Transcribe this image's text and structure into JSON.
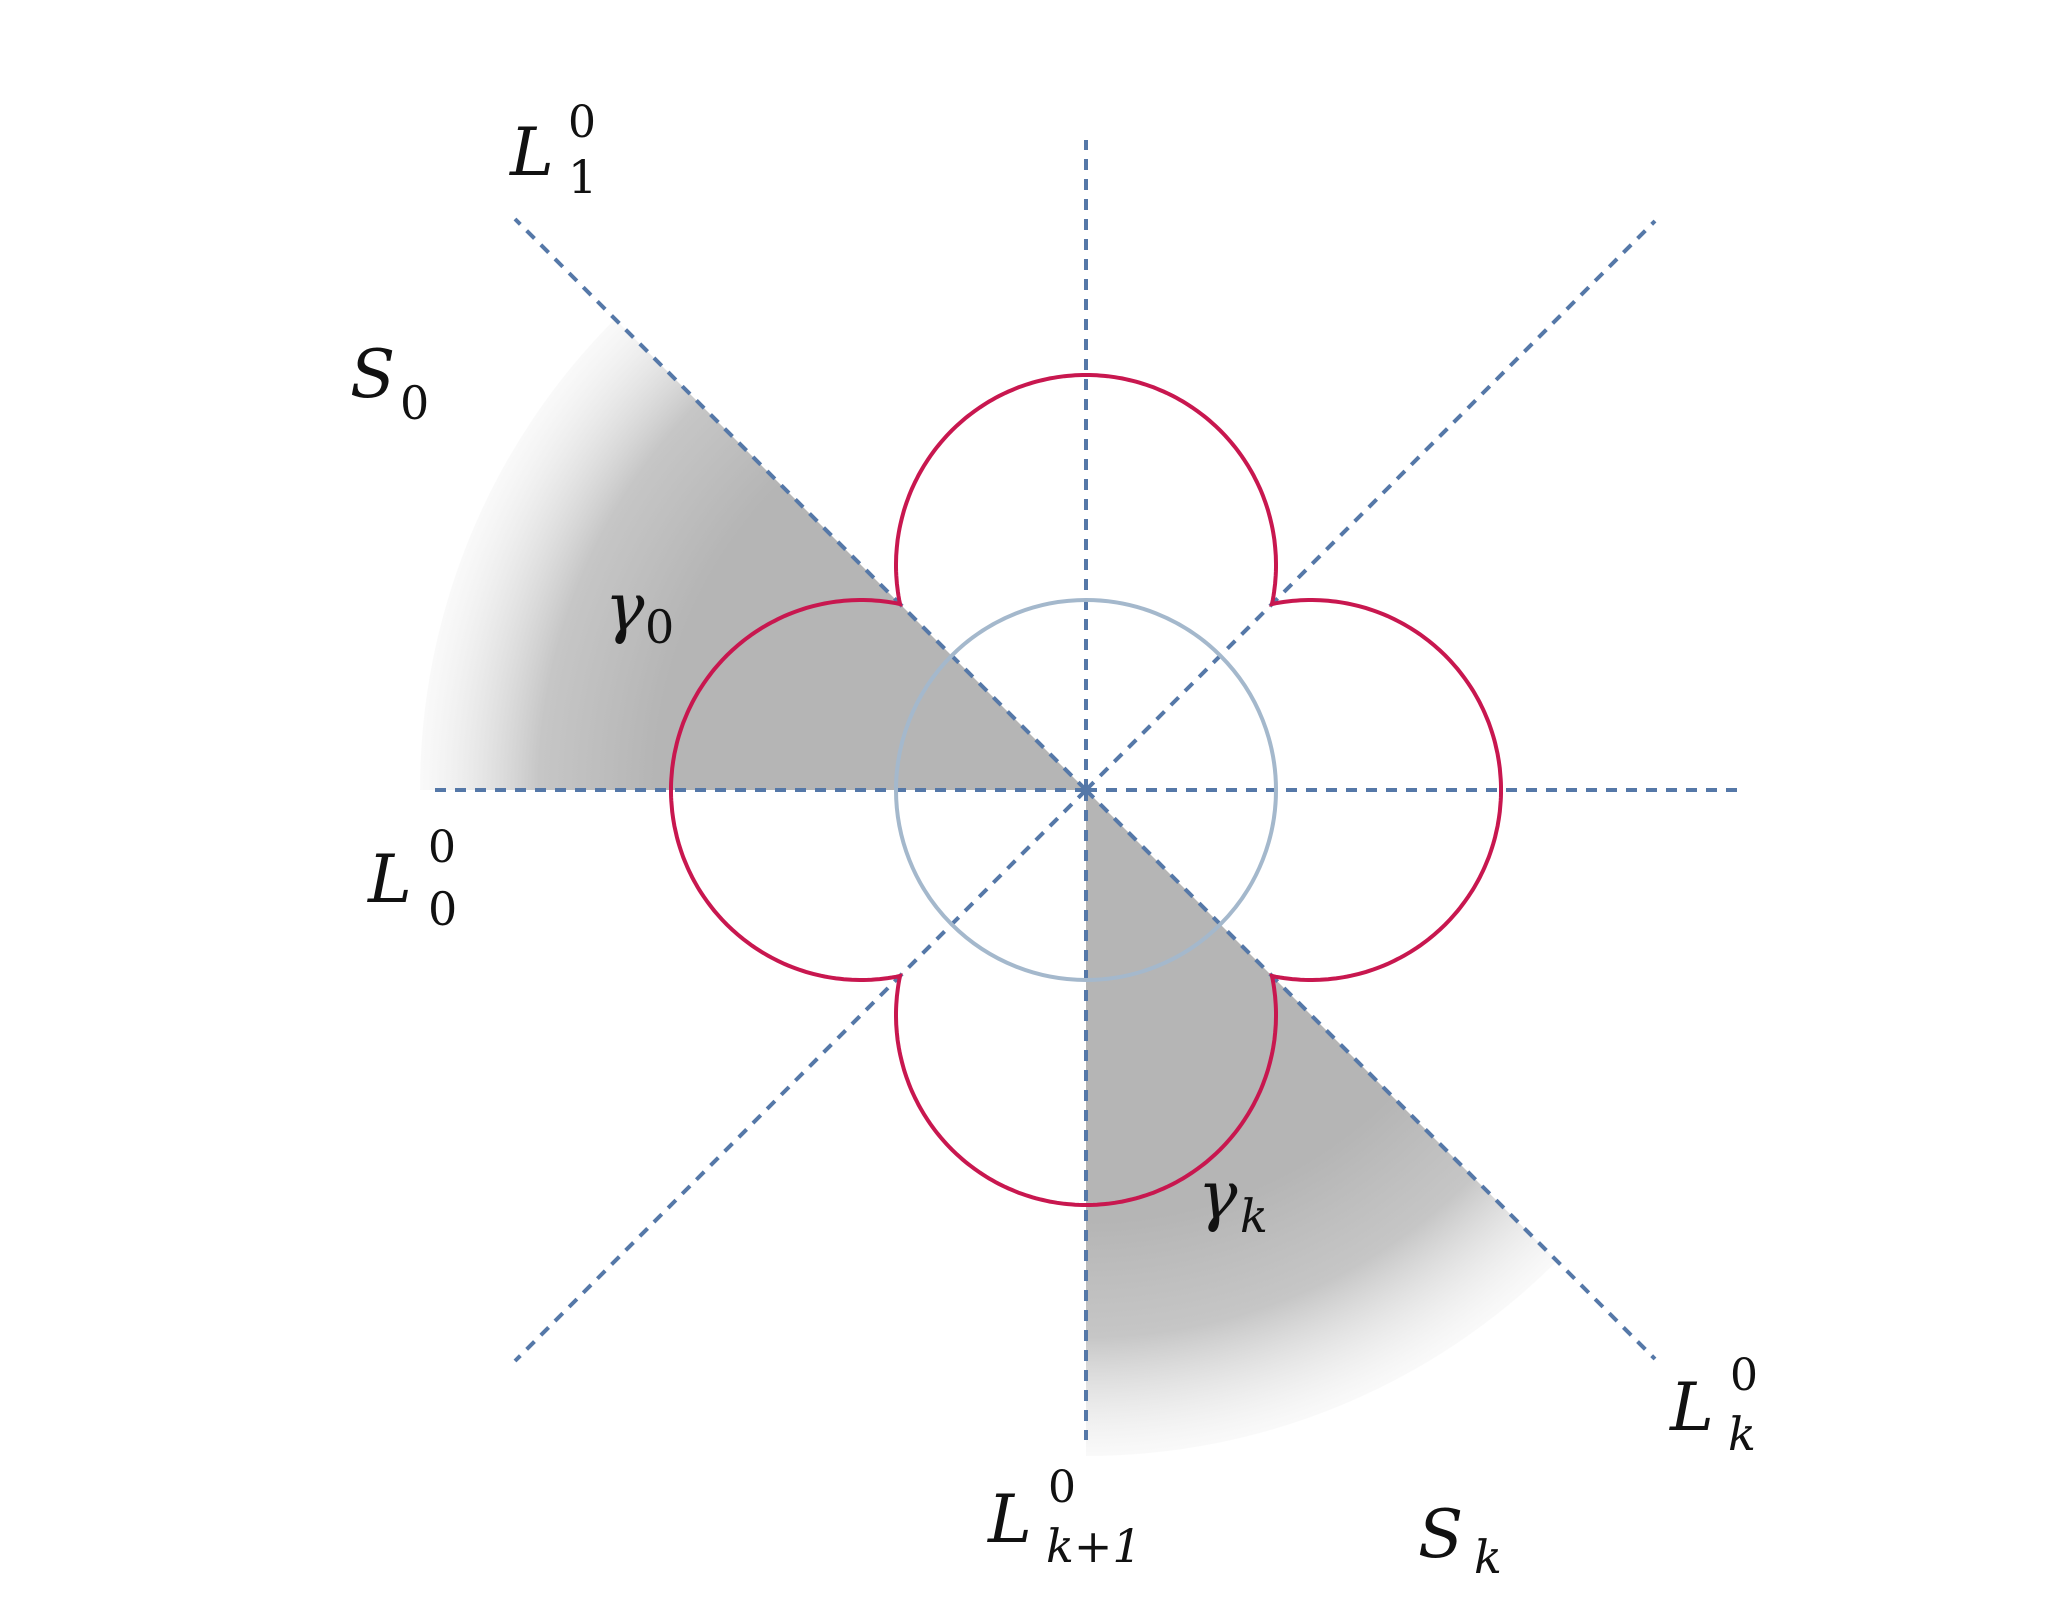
{
  "colors": {
    "ray": "#5578a8",
    "curve": "#c8174f",
    "circle": "#a4b8cc",
    "shade": "#b5b5b5",
    "background": "#ffffff"
  },
  "labels": {
    "L1": {
      "base": "L",
      "sub": "1",
      "sup": "0"
    },
    "L0": {
      "base": "L",
      "sub": "0",
      "sup": "0"
    },
    "Lk": {
      "base": "L",
      "sub": "k",
      "sup": "0"
    },
    "Lk1": {
      "base": "L",
      "sub": "k+1",
      "sup": "0"
    },
    "S0": {
      "base": "S",
      "sub": "0"
    },
    "Sk": {
      "base": "S",
      "sub": "k"
    },
    "gamma0": {
      "base": "γ",
      "sub": "0"
    },
    "gammak": {
      "base": "γ",
      "sub": "k"
    }
  }
}
